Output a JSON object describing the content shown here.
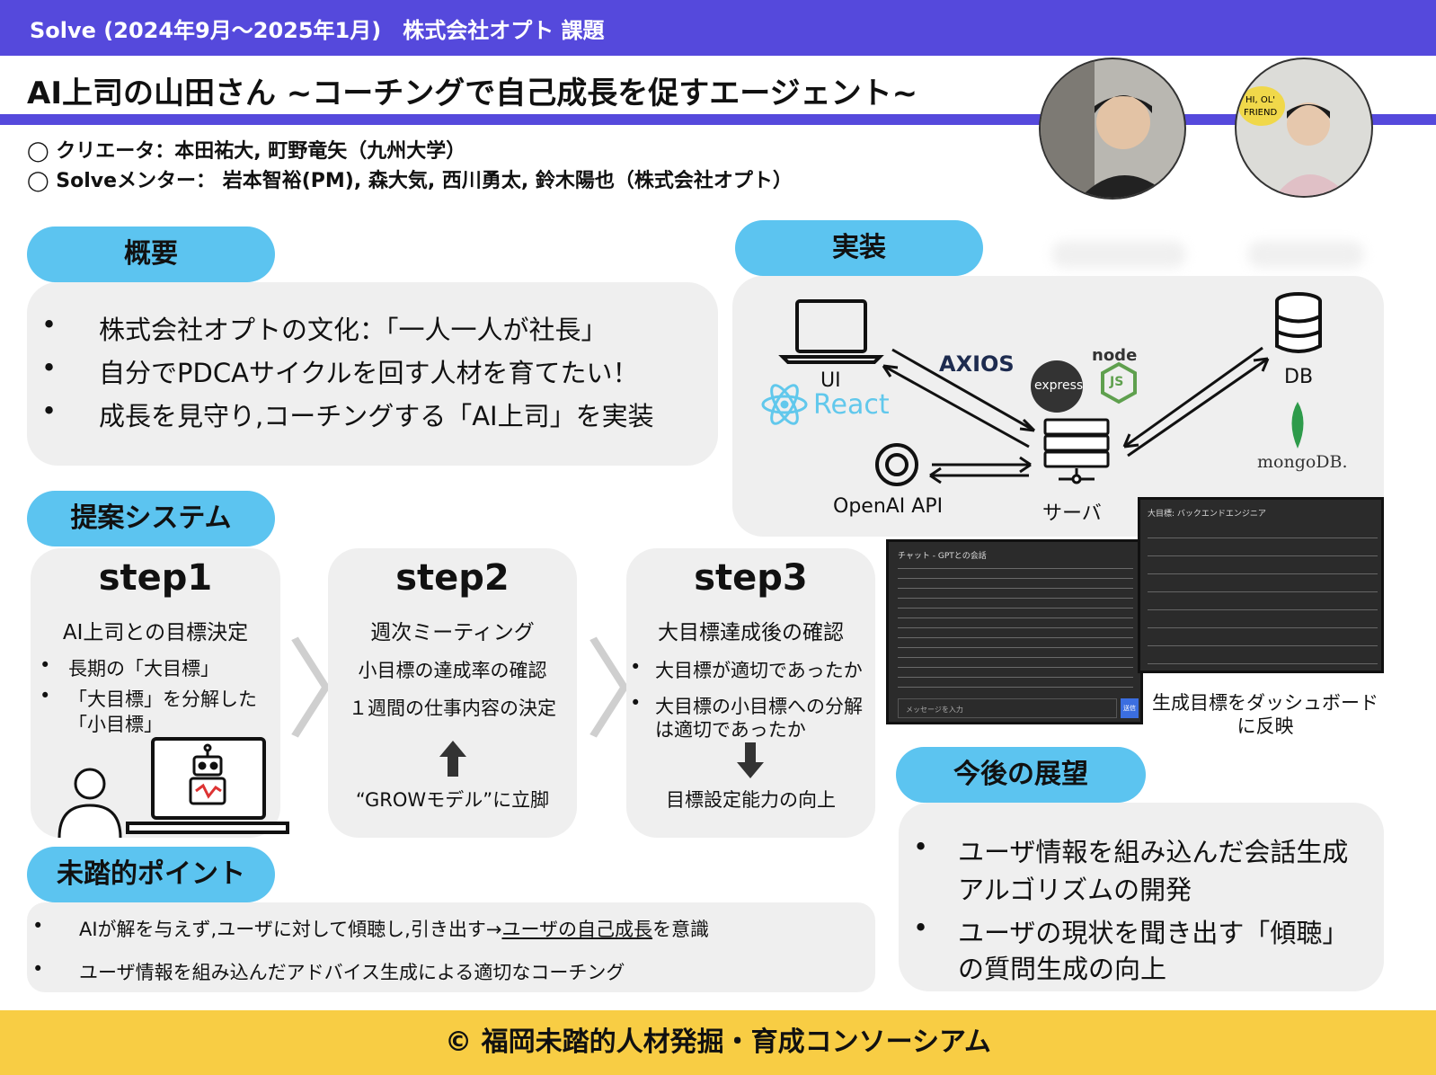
{
  "header": {
    "bar": "Solve (2024年9月～2025年1月)　株式会社オプト 課題",
    "title": "AI上司の山田さん ~コーチングで自己成長を促すエージェント~"
  },
  "credits": {
    "creator": "◯ クリエータ：本田祐大, 町野竜矢（九州大学）",
    "mentor": "◯ Solveメンター： 岩本智裕(PM), 森大気, 西川勇太, 鈴木陽也（株式会社オプト）"
  },
  "overview": {
    "heading": "概要",
    "items": [
      "株式会社オプトの文化：「一人一人が社長」",
      "自分でPDCAサイクルを回す人材を育てたい！",
      "成長を見守り,コーチングする「AI上司」を実装"
    ]
  },
  "impl": {
    "heading": "実装",
    "ui": "UI",
    "react": "React",
    "axios": "AXIOS",
    "express": "express",
    "node": "node",
    "js": "JS",
    "db": "DB",
    "mongo": "mongoDB.",
    "openai": "OpenAI API",
    "server": "サーバ"
  },
  "system": {
    "heading": "提案システム",
    "step1": {
      "title": "step1",
      "sub": "AI上司との目標決定",
      "items": [
        "長期の「大目標」",
        "「大目標」を分解した",
        "「小目標」"
      ]
    },
    "step2": {
      "title": "step2",
      "sub": "週次ミーティング",
      "line1": "小目標の達成率の確認",
      "line2": "１週間の仕事内容の決定",
      "foot": "“GROWモデル”に立脚"
    },
    "step3": {
      "title": "step3",
      "sub": "大目標達成後の確認",
      "items": [
        "大目標が適切であったか",
        "大目標の小目標への分解",
        "は適切であったか"
      ],
      "foot": "目標設定能力の向上"
    },
    "chevron": "〉"
  },
  "screens": {
    "chat_title": "チャット - GPTとの会話",
    "chat_input": "メッセージを入力",
    "chat_send": "送信",
    "dash_title": "大目標: バックエンドエンジニア",
    "caption1": "生成目標をダッシュボード",
    "caption2": "に反映"
  },
  "future": {
    "heading": "今後の展望",
    "items": [
      "ユーザ情報を組み込んだ会話生成",
      "アルゴリズムの開発",
      "ユーザの現状を聞き出す「傾聴」",
      "の質問生成の向上"
    ]
  },
  "points": {
    "heading": "未踏的ポイント",
    "item1a": "AIが解を与えず,ユーザに対して傾聴し,引き出す→",
    "item1b": "ユーザの自己成長",
    "item1c": "を意識",
    "item2": "ユーザ情報を組み込んだアドバイス生成による適切なコーチング"
  },
  "bullet": "•",
  "footer": "© 福岡未踏的人材発掘・育成コンソーシアム",
  "colors": {
    "accent": "#5549dc",
    "pill": "#5cc4f0",
    "footer": "#f8cd44"
  }
}
